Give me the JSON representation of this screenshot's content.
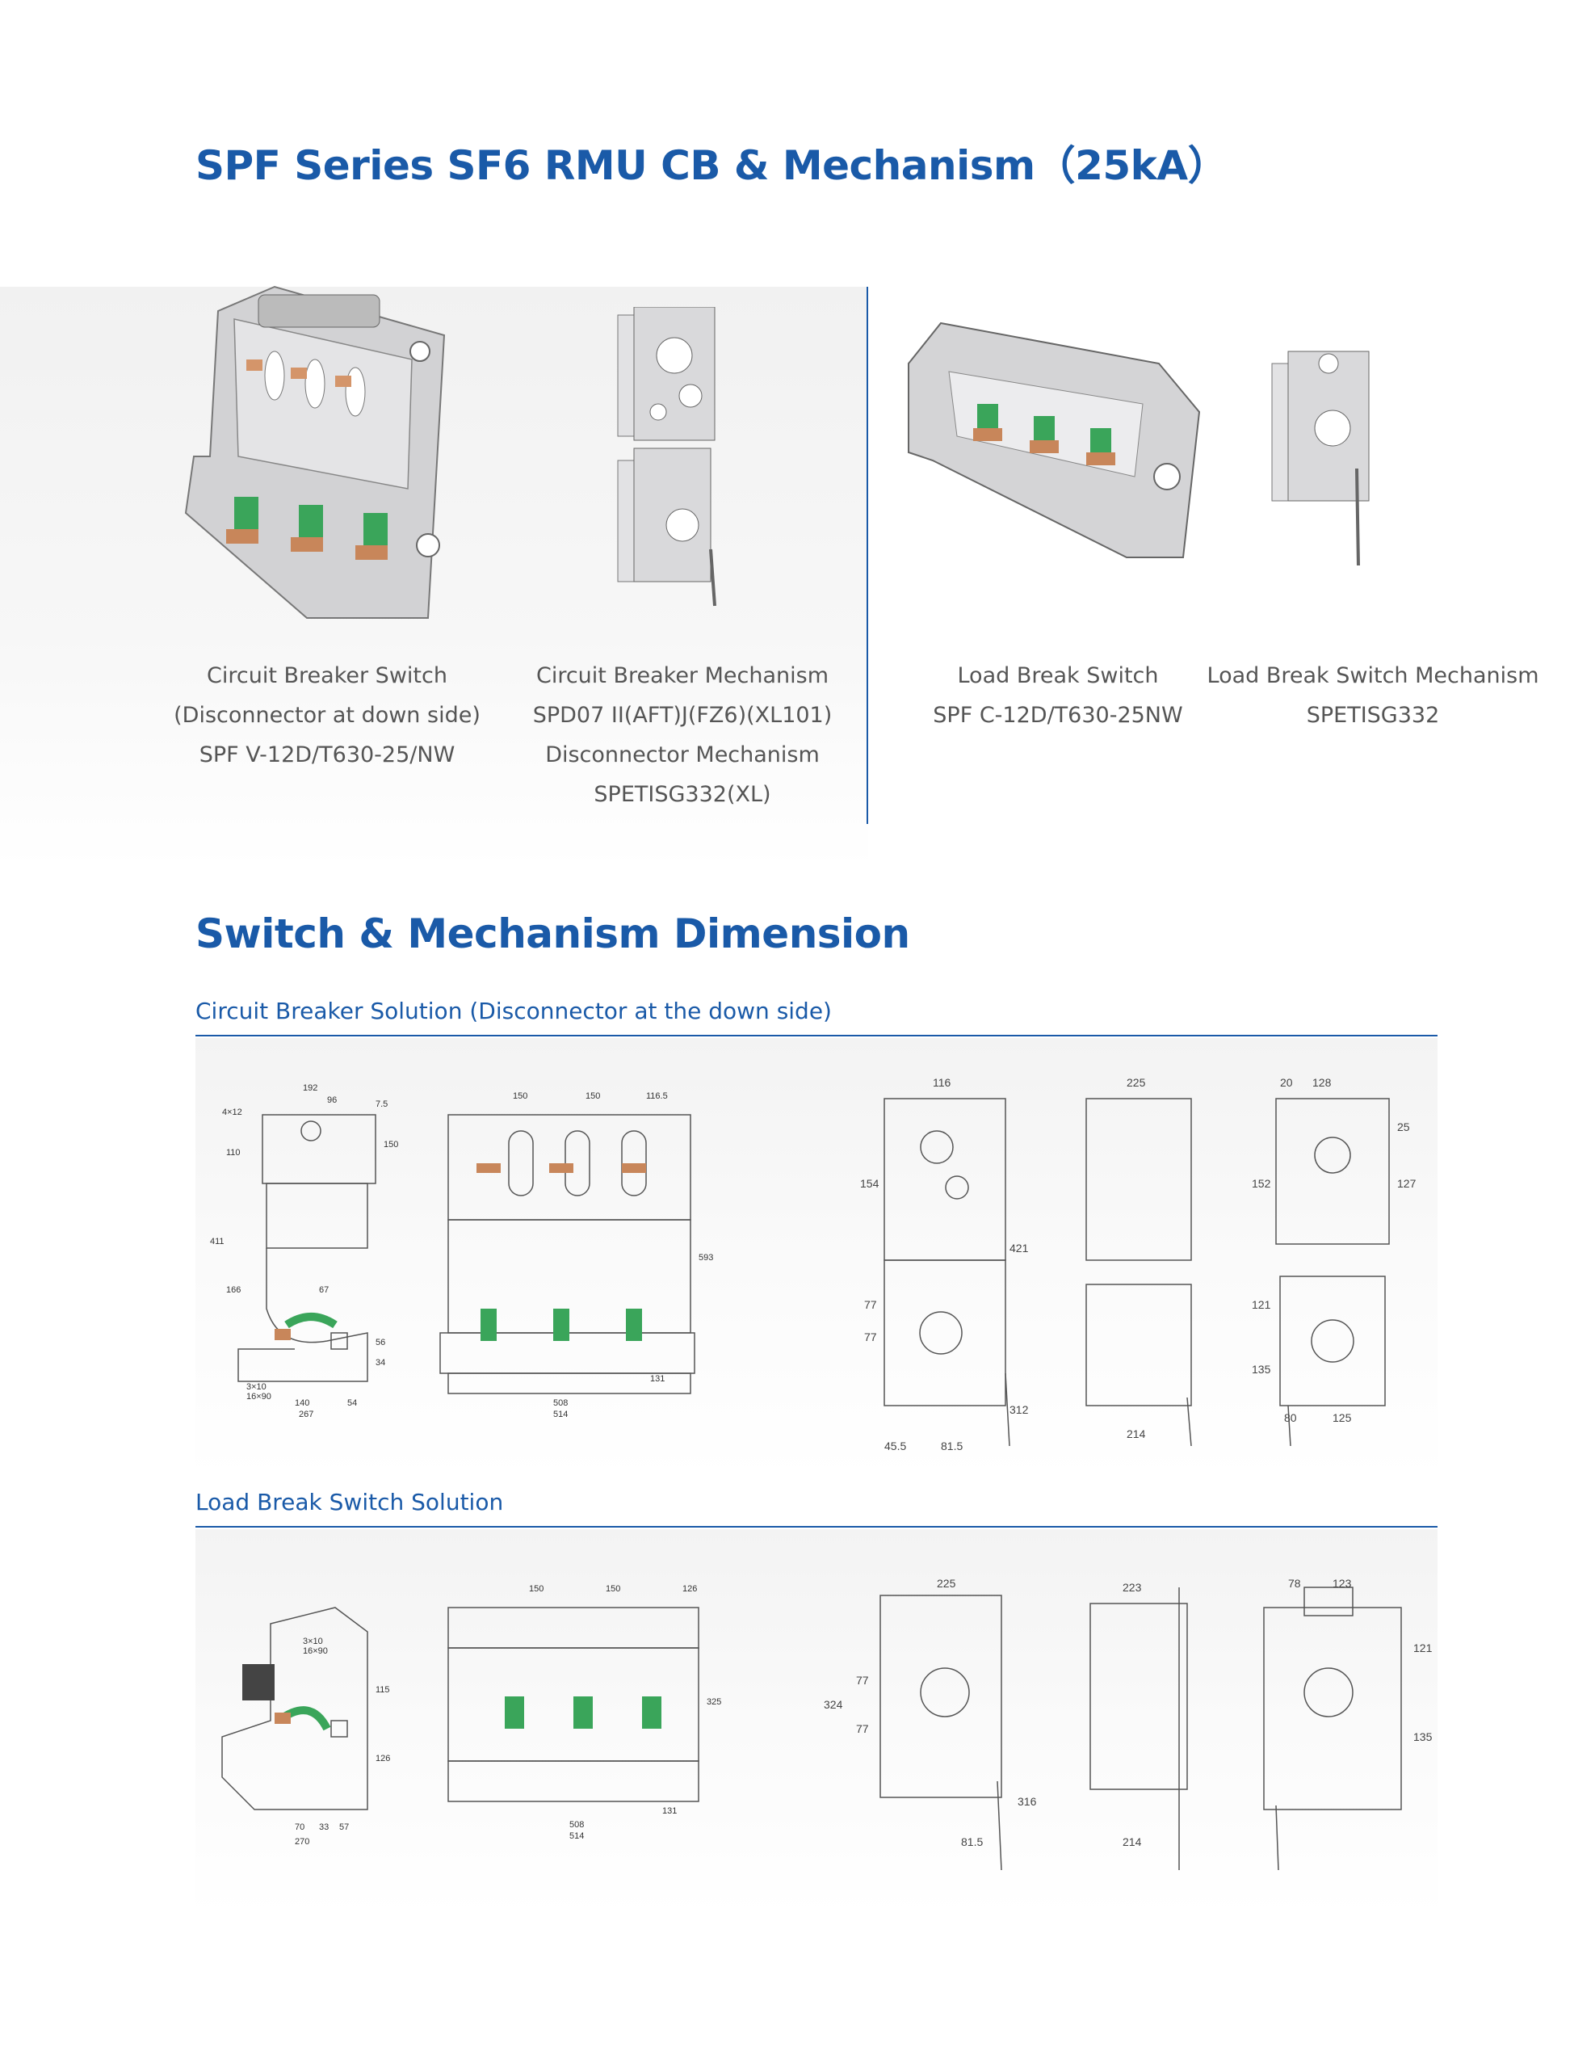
{
  "title1": "SPF Series SF6 RMU CB & Mechanism（25kA）",
  "products": [
    {
      "lines": [
        "Circuit Breaker Switch",
        "(Disconnector at down side)",
        "SPF V-12D/T630-25/NW",
        ""
      ]
    },
    {
      "lines": [
        "Circuit Breaker Mechanism",
        "SPD07 II(AFT)J(FZ6)(XL101)",
        "Disconnector Mechanism",
        "SPETISG332(XL)"
      ]
    },
    {
      "lines": [
        "Load Break Switch",
        "SPF C-12D/T630-25NW",
        "",
        ""
      ]
    },
    {
      "lines": [
        "Load Break Switch Mechanism",
        "SPETISG332",
        "",
        ""
      ]
    }
  ],
  "title2": "Switch & Mechanism Dimension",
  "section_cb": "Circuit Breaker Solution (Disconnector at the down side)",
  "section_lbs": "Load Break Switch Solution",
  "dims_cb": {
    "side": [
      "192",
      "96",
      "7.5",
      "4×12",
      "110",
      "150",
      "411",
      "166",
      "67",
      "56",
      "34",
      "3×10",
      "16×90",
      "140",
      "54",
      "267"
    ],
    "front": [
      "150",
      "150",
      "116.5",
      "593",
      "131",
      "508",
      "514"
    ],
    "mech1": [
      "116",
      "154",
      "421",
      "77",
      "77",
      "312",
      "45.5",
      "81.5"
    ],
    "mech2": [
      "225",
      "214"
    ],
    "mech3": [
      "20",
      "128",
      "25",
      "152",
      "127",
      "121",
      "135",
      "80",
      "125"
    ]
  },
  "dims_lbs": {
    "side": [
      "3×10",
      "16×90",
      "115",
      "126",
      "70",
      "33",
      "57",
      "270"
    ],
    "front": [
      "150",
      "150",
      "126",
      "325",
      "131",
      "508",
      "514"
    ],
    "mech1": [
      "225",
      "324",
      "77",
      "77",
      "316",
      "81.5"
    ],
    "mech2": [
      "223",
      "214"
    ],
    "mech3": [
      "78",
      "123",
      "121",
      "135"
    ]
  }
}
